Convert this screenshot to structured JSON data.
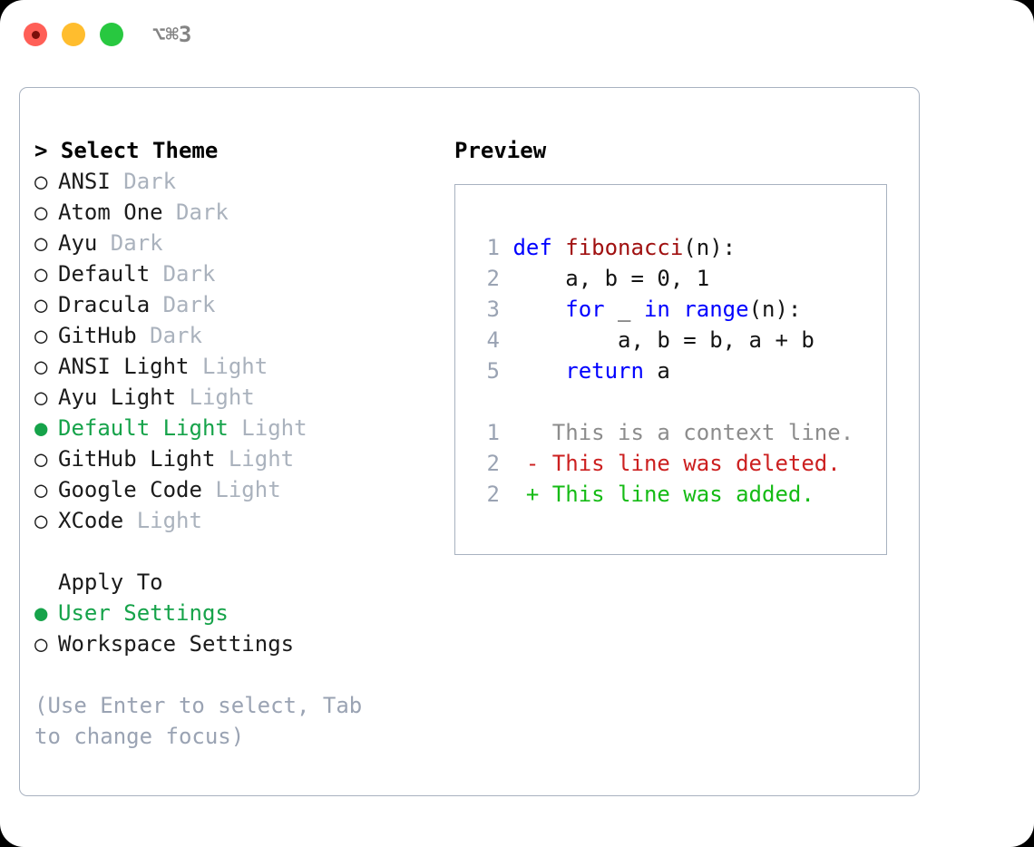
{
  "titlebar": {
    "shortcut": "⌥⌘3",
    "buttons": {
      "close_label": "close",
      "minimize_label": "minimize",
      "maximize_label": "maximize"
    }
  },
  "left": {
    "header": "> Select Theme",
    "themes": [
      {
        "marker": "○",
        "name": "ANSI",
        "category": "Dark",
        "selected": false
      },
      {
        "marker": "○",
        "name": "Atom One",
        "category": "Dark",
        "selected": false
      },
      {
        "marker": "○",
        "name": "Ayu",
        "category": "Dark",
        "selected": false
      },
      {
        "marker": "○",
        "name": "Default",
        "category": "Dark",
        "selected": false
      },
      {
        "marker": "○",
        "name": "Dracula",
        "category": "Dark",
        "selected": false
      },
      {
        "marker": "○",
        "name": "GitHub",
        "category": "Dark",
        "selected": false
      },
      {
        "marker": "○",
        "name": "ANSI Light",
        "category": "Light",
        "selected": false
      },
      {
        "marker": "○",
        "name": "Ayu Light",
        "category": "Light",
        "selected": false
      },
      {
        "marker": "●",
        "name": "Default Light",
        "category": "Light",
        "selected": true
      },
      {
        "marker": "○",
        "name": "GitHub Light",
        "category": "Light",
        "selected": false
      },
      {
        "marker": "○",
        "name": "Google Code",
        "category": "Light",
        "selected": false
      },
      {
        "marker": "○",
        "name": "XCode",
        "category": "Light",
        "selected": false
      }
    ],
    "apply_to_header": "Apply To",
    "apply_to": [
      {
        "marker": "●",
        "name": "User Settings",
        "selected": true
      },
      {
        "marker": "○",
        "name": "Workspace Settings",
        "selected": false
      }
    ],
    "hint": "(Use Enter to select, Tab to change focus)"
  },
  "right": {
    "title": "Preview",
    "code_lines": [
      {
        "num": "1",
        "tokens": [
          {
            "t": "def ",
            "c": "kw"
          },
          {
            "t": "fibonacci",
            "c": "fn"
          },
          {
            "t": "(n):",
            "c": "pl"
          }
        ]
      },
      {
        "num": "2",
        "tokens": [
          {
            "t": "    a, b = 0, 1",
            "c": "pl"
          }
        ]
      },
      {
        "num": "3",
        "tokens": [
          {
            "t": "    ",
            "c": "pl"
          },
          {
            "t": "for",
            "c": "kw"
          },
          {
            "t": " _ ",
            "c": "pl"
          },
          {
            "t": "in",
            "c": "kw"
          },
          {
            "t": " ",
            "c": "pl"
          },
          {
            "t": "range",
            "c": "kw"
          },
          {
            "t": "(n):",
            "c": "pl"
          }
        ]
      },
      {
        "num": "4",
        "tokens": [
          {
            "t": "        a, b = b, a + b",
            "c": "pl"
          }
        ]
      },
      {
        "num": "5",
        "tokens": [
          {
            "t": "    ",
            "c": "pl"
          },
          {
            "t": "return",
            "c": "kw"
          },
          {
            "t": " a",
            "c": "pl"
          }
        ]
      }
    ],
    "diff_lines": [
      {
        "num": "1",
        "text": "  This is a context line.",
        "kind": "ctx"
      },
      {
        "num": "2",
        "text": "- This line was deleted.",
        "kind": "del"
      },
      {
        "num": "2",
        "text": "+ This line was added.",
        "kind": "add"
      }
    ]
  },
  "colors": {
    "accent_green": "#16a34a",
    "muted_gray": "#aab2bd",
    "hint_gray": "#9aa3b3",
    "border": "#a8b2c0",
    "keyword_blue": "#0000ff",
    "function_red": "#a01010",
    "diff_del": "#cc2020",
    "diff_add": "#15bb15",
    "diff_ctx": "#8c8c8c",
    "traffic_red": "#ff5f57",
    "traffic_yellow": "#ffbd2e",
    "traffic_green": "#28c840"
  }
}
